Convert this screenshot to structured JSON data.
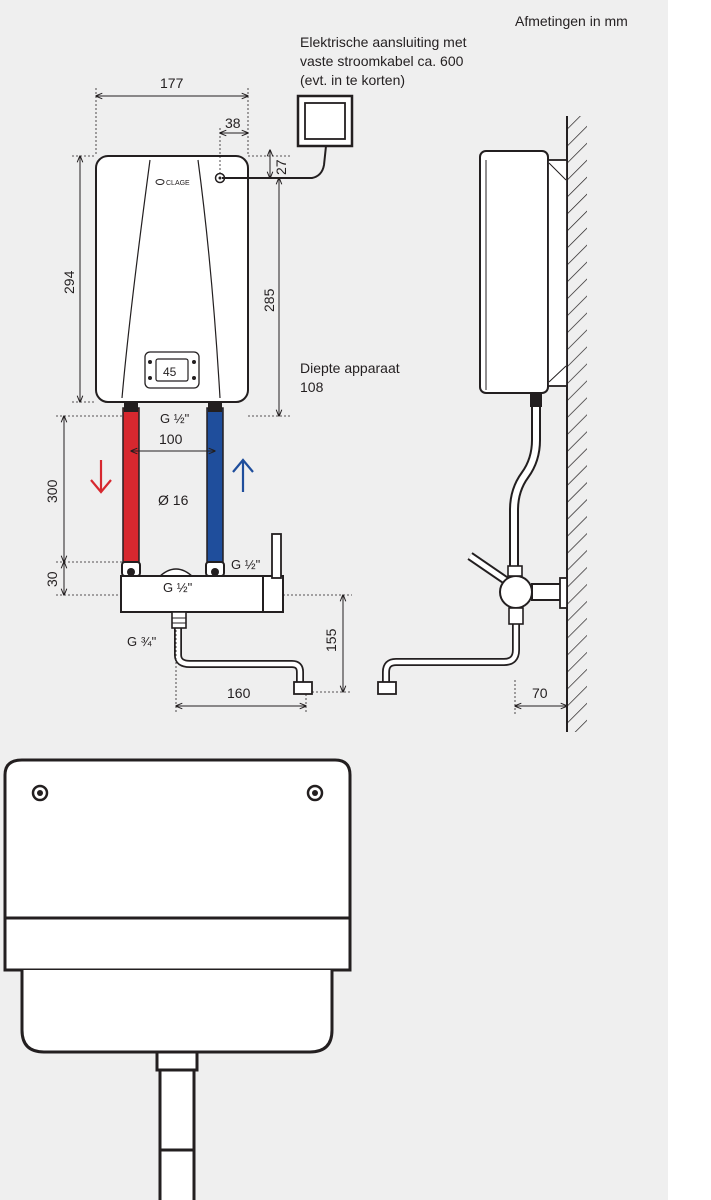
{
  "page": {
    "units_note": "Afmetingen in mm"
  },
  "labels": {
    "power_connection": [
      "Elektrische aansluiting met",
      "vaste stroomkabel ca. 600",
      "(evt. in te korten)"
    ],
    "depth": [
      "Diepte apparaat",
      "108"
    ],
    "brand": "CLAGE",
    "display_value": "45"
  },
  "dimensions": {
    "width": "177",
    "offset_top": "38",
    "top_gap": "27",
    "height": "294",
    "connection_height": "285",
    "pipe_spacing": "100",
    "pipe_diameter": "Ø 16",
    "pipe_length": "300",
    "fitting_height": "30",
    "spout_height": "155",
    "spout_reach": "160",
    "wall_distance": "70"
  },
  "threads": {
    "outlet_left": "G ½\"",
    "outlet_right": "G ½\"",
    "mixer": "G ½\"",
    "spout": "G ¾\""
  },
  "colors": {
    "hot": "#d7282f",
    "cold": "#1f4e9c",
    "line": "#231f20",
    "background": "#efefef"
  }
}
